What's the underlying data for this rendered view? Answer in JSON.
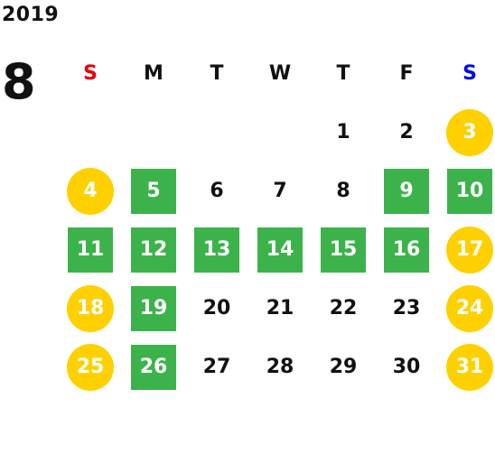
{
  "calendar": {
    "year": "2019",
    "month": "8",
    "weekdays": [
      {
        "label": "S",
        "color": "#e8000f"
      },
      {
        "label": "M",
        "color": "#111111"
      },
      {
        "label": "T",
        "color": "#111111"
      },
      {
        "label": "W",
        "color": "#111111"
      },
      {
        "label": "T",
        "color": "#111111"
      },
      {
        "label": "F",
        "color": "#111111"
      },
      {
        "label": "S",
        "color": "#0010e0"
      }
    ],
    "legend_colors": {
      "weekend_circle": "#ffd000",
      "holiday_square": "#3cb34a"
    },
    "weeks": [
      [
        {
          "day": "",
          "style": "empty"
        },
        {
          "day": "",
          "style": "empty"
        },
        {
          "day": "",
          "style": "empty"
        },
        {
          "day": "",
          "style": "empty"
        },
        {
          "day": "1",
          "style": "plain"
        },
        {
          "day": "2",
          "style": "plain"
        },
        {
          "day": "3",
          "style": "weekend"
        }
      ],
      [
        {
          "day": "4",
          "style": "weekend"
        },
        {
          "day": "5",
          "style": "weekday-off"
        },
        {
          "day": "6",
          "style": "plain"
        },
        {
          "day": "7",
          "style": "plain"
        },
        {
          "day": "8",
          "style": "plain"
        },
        {
          "day": "9",
          "style": "weekday-off"
        },
        {
          "day": "10",
          "style": "weekday-off"
        }
      ],
      [
        {
          "day": "11",
          "style": "weekday-off"
        },
        {
          "day": "12",
          "style": "weekday-off"
        },
        {
          "day": "13",
          "style": "weekday-off"
        },
        {
          "day": "14",
          "style": "weekday-off"
        },
        {
          "day": "15",
          "style": "weekday-off"
        },
        {
          "day": "16",
          "style": "weekday-off"
        },
        {
          "day": "17",
          "style": "weekend"
        }
      ],
      [
        {
          "day": "18",
          "style": "weekend"
        },
        {
          "day": "19",
          "style": "weekday-off"
        },
        {
          "day": "20",
          "style": "plain"
        },
        {
          "day": "21",
          "style": "plain"
        },
        {
          "day": "22",
          "style": "plain"
        },
        {
          "day": "23",
          "style": "plain"
        },
        {
          "day": "24",
          "style": "weekend"
        }
      ],
      [
        {
          "day": "25",
          "style": "weekend"
        },
        {
          "day": "26",
          "style": "weekday-off"
        },
        {
          "day": "27",
          "style": "plain"
        },
        {
          "day": "28",
          "style": "plain"
        },
        {
          "day": "29",
          "style": "plain"
        },
        {
          "day": "30",
          "style": "plain"
        },
        {
          "day": "31",
          "style": "weekend"
        }
      ]
    ]
  }
}
